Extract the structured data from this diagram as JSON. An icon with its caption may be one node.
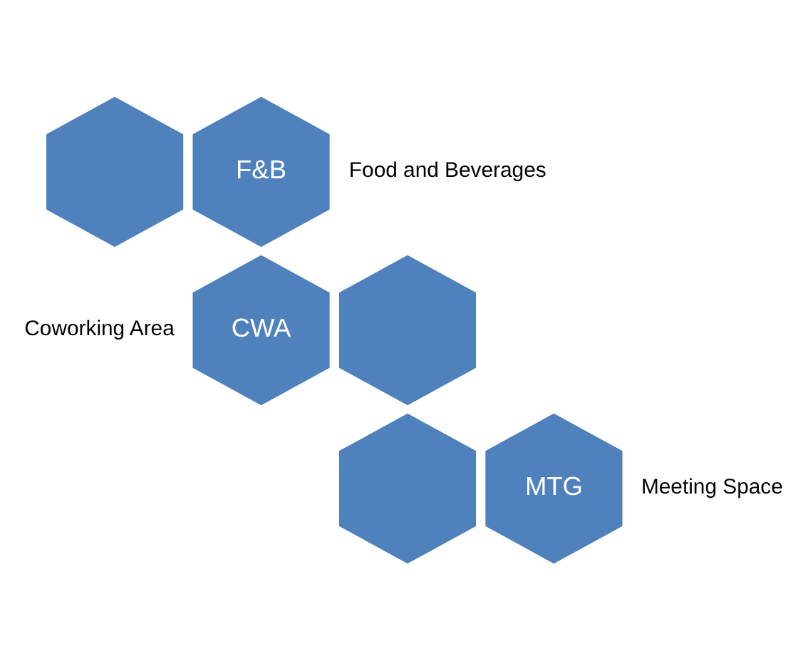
{
  "diagram": {
    "nodes": [
      {
        "text": [],
        "shape": "hexagon"
      },
      {
        "text": [
          "F&B"
        ],
        "beside": [
          "Food and Beverages"
        ]
      },
      {
        "text": [
          "CWA"
        ],
        "beside": [
          "Coworking Area"
        ]
      },
      {
        "text": [],
        "shape": "hexagon"
      },
      {
        "text": [],
        "shape": "hexagon"
      },
      {
        "text": [
          "MTG"
        ],
        "beside": [
          "Meeting Space"
        ]
      }
    ]
  }
}
